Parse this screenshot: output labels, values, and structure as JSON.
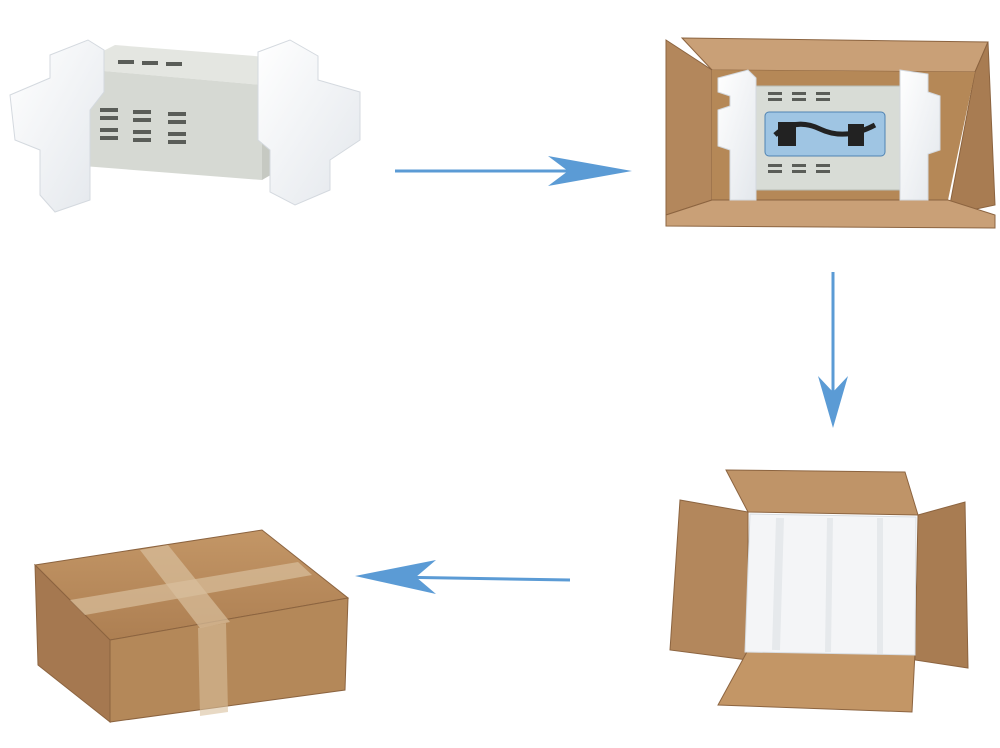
{
  "diagram": {
    "steps": [
      {
        "id": "step-1",
        "name": "device-in-foam-end-caps"
      },
      {
        "id": "step-2",
        "name": "device-placed-in-open-carton"
      },
      {
        "id": "step-3",
        "name": "carton-with-foam-top-layer"
      },
      {
        "id": "step-4",
        "name": "sealed-taped-carton"
      }
    ],
    "flow": [
      {
        "from": "step-1",
        "to": "step-2",
        "direction": "right"
      },
      {
        "from": "step-2",
        "to": "step-3",
        "direction": "down"
      },
      {
        "from": "step-3",
        "to": "step-4",
        "direction": "left"
      }
    ],
    "colors": {
      "arrow": "#5b9bd5",
      "cardboard": "#b98b5c",
      "cardboard_dark": "#9a6f45",
      "foam": "#f2f4f6",
      "device": "#d8dcd6"
    }
  }
}
